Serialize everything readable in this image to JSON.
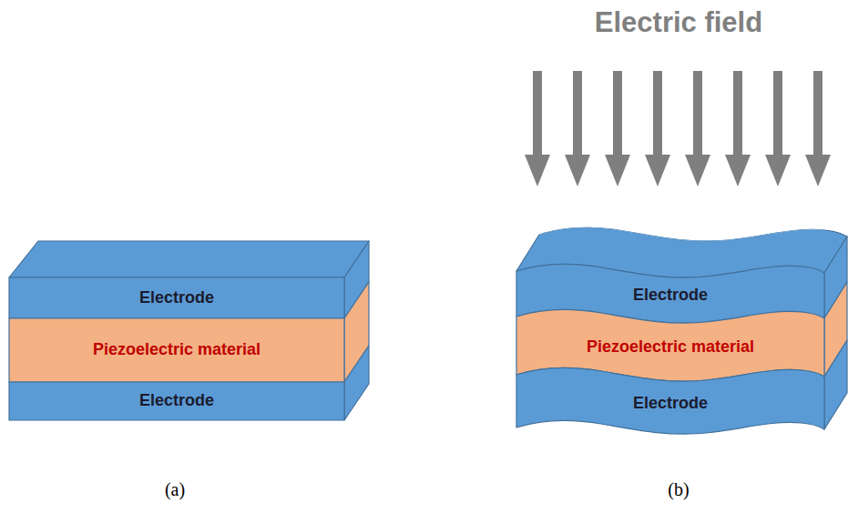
{
  "diagram": {
    "nodes": [
      {
        "text": [
          "Electrode"
        ]
      },
      {
        "text": [
          "Piezoelectric material"
        ]
      },
      {
        "text": [
          "Electrode"
        ]
      },
      {
        "text": [
          "Electrode"
        ]
      },
      {
        "text": [
          "Piezoelectric material"
        ]
      },
      {
        "text": [
          "Electrode"
        ]
      }
    ],
    "labels": [
      "Electric field",
      "(a)",
      "(b)"
    ]
  }
}
